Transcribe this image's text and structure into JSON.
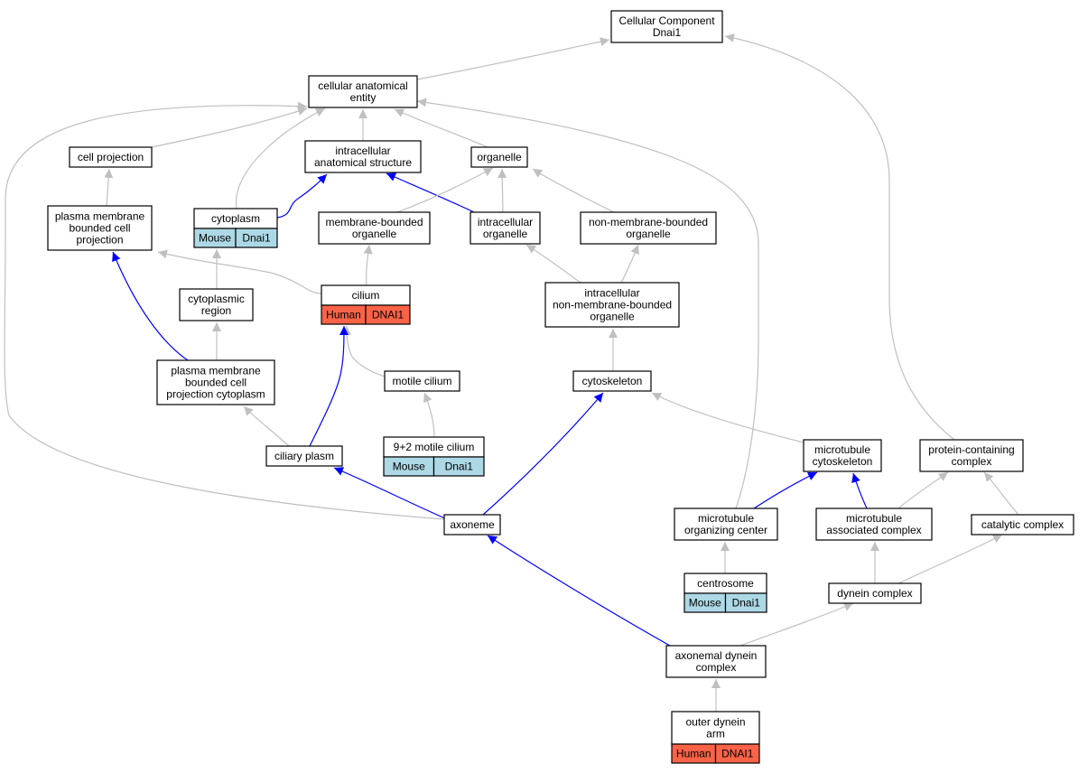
{
  "colors": {
    "edge_is_a": "#c0c0c0",
    "edge_part_of": "#0000ff",
    "mouse_tag": "#add8e6",
    "human_tag": "#fa6347",
    "node_fill": "#ffffff",
    "node_stroke": "#000000"
  },
  "graph": {
    "nodes": [
      {
        "id": "cellular_component",
        "lines": [
          "Cellular Component",
          "Dnai1"
        ]
      },
      {
        "id": "cellular_anatomical_entity",
        "lines": [
          "cellular anatomical",
          "entity"
        ]
      },
      {
        "id": "cell_projection",
        "lines": [
          "cell projection"
        ]
      },
      {
        "id": "intracellular_anatomical_structure",
        "lines": [
          "intracellular",
          "anatomical structure"
        ]
      },
      {
        "id": "organelle",
        "lines": [
          "organelle"
        ]
      },
      {
        "id": "plasma_membrane_bounded_cell_projection",
        "lines": [
          "plasma membrane",
          "bounded cell",
          "projection"
        ]
      },
      {
        "id": "cytoplasm",
        "lines": [
          "cytoplasm"
        ],
        "tags": [
          "Mouse",
          "Dnai1"
        ],
        "tag_color": "mouse_tag"
      },
      {
        "id": "membrane_bounded_organelle",
        "lines": [
          "membrane-bounded",
          "organelle"
        ]
      },
      {
        "id": "intracellular_organelle",
        "lines": [
          "intracellular",
          "organelle"
        ]
      },
      {
        "id": "non_membrane_bounded_organelle",
        "lines": [
          "non-membrane-bounded",
          "organelle"
        ]
      },
      {
        "id": "cilium",
        "lines": [
          "cilium"
        ],
        "tags": [
          "Human",
          "DNAI1"
        ],
        "tag_color": "human_tag"
      },
      {
        "id": "cytoplasmic_region",
        "lines": [
          "cytoplasmic",
          "region"
        ]
      },
      {
        "id": "intracellular_non_membrane_bounded_organelle",
        "lines": [
          "intracellular",
          "non-membrane-bounded",
          "organelle"
        ]
      },
      {
        "id": "plasma_membrane_bounded_cell_projection_cytoplasm",
        "lines": [
          "plasma membrane",
          "bounded cell",
          "projection cytoplasm"
        ]
      },
      {
        "id": "motile_cilium",
        "lines": [
          "motile cilium"
        ]
      },
      {
        "id": "cytoskeleton",
        "lines": [
          "cytoskeleton"
        ]
      },
      {
        "id": "ciliary_plasm",
        "lines": [
          "ciliary plasm"
        ]
      },
      {
        "id": "nine_plus_two_motile_cilium",
        "lines": [
          "9+2 motile cilium"
        ],
        "tags": [
          "Mouse",
          "Dnai1"
        ],
        "tag_color": "mouse_tag"
      },
      {
        "id": "microtubule_cytoskeleton",
        "lines": [
          "microtubule",
          "cytoskeleton"
        ]
      },
      {
        "id": "protein_containing_complex",
        "lines": [
          "protein-containing",
          "complex"
        ]
      },
      {
        "id": "axoneme",
        "lines": [
          "axoneme"
        ]
      },
      {
        "id": "microtubule_organizing_center",
        "lines": [
          "microtubule",
          "organizing center"
        ]
      },
      {
        "id": "microtubule_associated_complex",
        "lines": [
          "microtubule",
          "associated complex"
        ]
      },
      {
        "id": "catalytic_complex",
        "lines": [
          "catalytic complex"
        ]
      },
      {
        "id": "centrosome",
        "lines": [
          "centrosome"
        ],
        "tags": [
          "Mouse",
          "Dnai1"
        ],
        "tag_color": "mouse_tag"
      },
      {
        "id": "dynein_complex",
        "lines": [
          "dynein complex"
        ]
      },
      {
        "id": "axonemal_dynein_complex",
        "lines": [
          "axonemal dynein",
          "complex"
        ]
      },
      {
        "id": "outer_dynein_arm",
        "lines": [
          "outer dynein",
          "arm"
        ],
        "tags": [
          "Human",
          "DNAI1"
        ],
        "tag_color": "human_tag"
      }
    ],
    "edges": [
      {
        "from": "cellular_anatomical_entity",
        "to": "cellular_component",
        "type": "is_a"
      },
      {
        "from": "protein_containing_complex",
        "to": "cellular_component",
        "type": "is_a"
      },
      {
        "from": "cell_projection",
        "to": "cellular_anatomical_entity",
        "type": "is_a"
      },
      {
        "from": "cytoplasm",
        "to": "cellular_anatomical_entity",
        "type": "is_a"
      },
      {
        "from": "intracellular_anatomical_structure",
        "to": "cellular_anatomical_entity",
        "type": "is_a"
      },
      {
        "from": "organelle",
        "to": "cellular_anatomical_entity",
        "type": "is_a"
      },
      {
        "from": "axoneme",
        "to": "cellular_anatomical_entity",
        "type": "is_a"
      },
      {
        "from": "microtubule_organizing_center",
        "to": "cellular_anatomical_entity",
        "type": "is_a"
      },
      {
        "from": "plasma_membrane_bounded_cell_projection",
        "to": "cell_projection",
        "type": "is_a"
      },
      {
        "from": "cytoplasm",
        "to": "intracellular_anatomical_structure",
        "type": "part_of"
      },
      {
        "from": "intracellular_organelle",
        "to": "intracellular_anatomical_structure",
        "type": "part_of"
      },
      {
        "from": "membrane_bounded_organelle",
        "to": "organelle",
        "type": "is_a"
      },
      {
        "from": "intracellular_organelle",
        "to": "organelle",
        "type": "is_a"
      },
      {
        "from": "non_membrane_bounded_organelle",
        "to": "organelle",
        "type": "is_a"
      },
      {
        "from": "cilium",
        "to": "plasma_membrane_bounded_cell_projection",
        "type": "is_a"
      },
      {
        "from": "cilium",
        "to": "membrane_bounded_organelle",
        "type": "is_a"
      },
      {
        "from": "cytoplasmic_region",
        "to": "cytoplasm",
        "type": "is_a"
      },
      {
        "from": "intracellular_non_membrane_bounded_organelle",
        "to": "intracellular_organelle",
        "type": "is_a"
      },
      {
        "from": "intracellular_non_membrane_bounded_organelle",
        "to": "non_membrane_bounded_organelle",
        "type": "is_a"
      },
      {
        "from": "plasma_membrane_bounded_cell_projection_cytoplasm",
        "to": "cytoplasmic_region",
        "type": "is_a"
      },
      {
        "from": "plasma_membrane_bounded_cell_projection_cytoplasm",
        "to": "plasma_membrane_bounded_cell_projection",
        "type": "part_of"
      },
      {
        "from": "motile_cilium",
        "to": "cilium",
        "type": "is_a"
      },
      {
        "from": "ciliary_plasm",
        "to": "cilium",
        "type": "part_of"
      },
      {
        "from": "cytoskeleton",
        "to": "intracellular_non_membrane_bounded_organelle",
        "type": "is_a"
      },
      {
        "from": "ciliary_plasm",
        "to": "plasma_membrane_bounded_cell_projection_cytoplasm",
        "type": "is_a"
      },
      {
        "from": "nine_plus_two_motile_cilium",
        "to": "motile_cilium",
        "type": "is_a"
      },
      {
        "from": "microtubule_cytoskeleton",
        "to": "cytoskeleton",
        "type": "is_a"
      },
      {
        "from": "axoneme",
        "to": "ciliary_plasm",
        "type": "part_of"
      },
      {
        "from": "axoneme",
        "to": "cytoskeleton",
        "type": "part_of"
      },
      {
        "from": "microtubule_organizing_center",
        "to": "microtubule_cytoskeleton",
        "type": "part_of"
      },
      {
        "from": "microtubule_associated_complex",
        "to": "microtubule_cytoskeleton",
        "type": "part_of"
      },
      {
        "from": "microtubule_associated_complex",
        "to": "protein_containing_complex",
        "type": "is_a"
      },
      {
        "from": "catalytic_complex",
        "to": "protein_containing_complex",
        "type": "is_a"
      },
      {
        "from": "centrosome",
        "to": "microtubule_organizing_center",
        "type": "is_a"
      },
      {
        "from": "dynein_complex",
        "to": "microtubule_associated_complex",
        "type": "is_a"
      },
      {
        "from": "dynein_complex",
        "to": "catalytic_complex",
        "type": "is_a"
      },
      {
        "from": "axonemal_dynein_complex",
        "to": "axoneme",
        "type": "part_of"
      },
      {
        "from": "axonemal_dynein_complex",
        "to": "dynein_complex",
        "type": "is_a"
      },
      {
        "from": "outer_dynein_arm",
        "to": "axonemal_dynein_complex",
        "type": "is_a"
      }
    ]
  }
}
